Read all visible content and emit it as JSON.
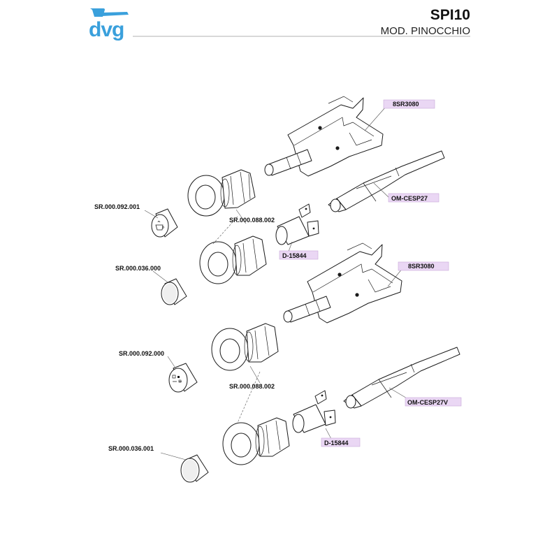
{
  "header": {
    "logo_text": "dvg",
    "model_code": "SPI10",
    "model_name": "MOD. PINOCCHIO"
  },
  "colors": {
    "brand": "#3aa0dc",
    "highlight": "#ead7f4",
    "line": "#1a1a1a"
  },
  "labels": {
    "a": "8SR3080",
    "b": "OM-CESP27",
    "c": "SR.000.092.001",
    "d": "SR.000.088.002",
    "e": "D-15844",
    "f": "SR.000.036.000",
    "g": "8SR3080",
    "h": "SR.000.092.000",
    "i": "SR.000.088.002",
    "j": "OM-CESP27V",
    "k": "D-15844",
    "l": "SR.000.036.001"
  }
}
